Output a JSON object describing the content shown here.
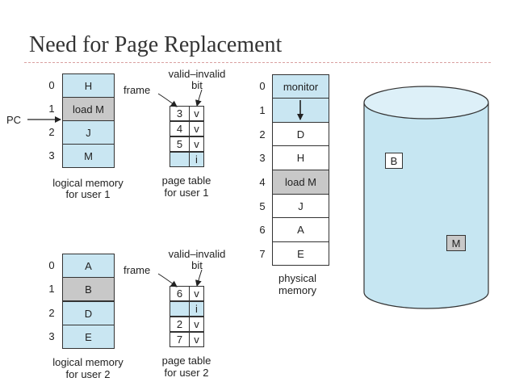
{
  "title": "Need for Page Replacement",
  "user1": {
    "indices": [
      "0",
      "1",
      "2",
      "3"
    ],
    "cells": [
      "H",
      "load M",
      "J",
      "M"
    ],
    "caption_line1": "logical memory",
    "caption_line2": "for user 1"
  },
  "user2": {
    "indices": [
      "0",
      "1",
      "2",
      "3"
    ],
    "cells": [
      "A",
      "B",
      "D",
      "E"
    ],
    "caption_line1": "logical memory",
    "caption_line2": "for user 2"
  },
  "pc_label": "PC",
  "frame_label_1": "frame",
  "frame_label_2": "frame",
  "vi_label_1_line1": "valid–invalid",
  "vi_label_1_line2": "bit",
  "vi_label_2_line1": "valid–invalid",
  "vi_label_2_line2": "bit",
  "page_table_1": {
    "frames": [
      "3",
      "4",
      "5",
      ""
    ],
    "bits": [
      "v",
      "v",
      "v",
      "i"
    ],
    "caption_line1": "page table",
    "caption_line2": "for user 1"
  },
  "page_table_2": {
    "frames": [
      "6",
      "",
      "2",
      "7"
    ],
    "bits": [
      "v",
      "i",
      "v",
      "v"
    ],
    "caption_line1": "page table",
    "caption_line2": "for user 2"
  },
  "physical_memory": {
    "indices": [
      "0",
      "1",
      "2",
      "3",
      "4",
      "5",
      "6",
      "7"
    ],
    "cells": [
      "monitor",
      "",
      "D",
      "H",
      "load M",
      "J",
      "A",
      "E"
    ],
    "caption_line1": "physical",
    "caption_line2": "memory"
  },
  "disk": {
    "label_b": "B",
    "label_m": "M"
  },
  "colors": {
    "cell_blue": "#c9e6f2",
    "cell_gray": "#c8c8c8",
    "disk_fill": "#c6e6f2",
    "title_rule": "#d9a0a0"
  }
}
